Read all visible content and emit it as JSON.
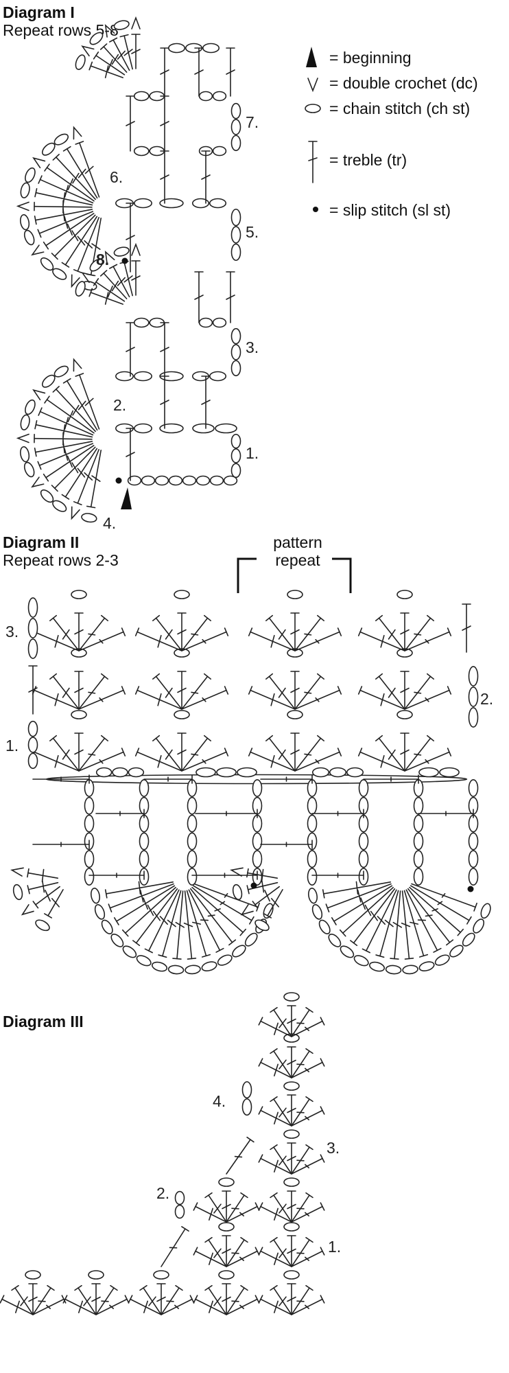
{
  "diagram1": {
    "title": "Diagram I",
    "subtitle": "Repeat rows 5-8",
    "rows": [
      "1.",
      "2.",
      "3.",
      "4.",
      "5.",
      "6.",
      "7.",
      "8."
    ]
  },
  "legend": {
    "beginning": "= beginning",
    "dc": "= double crochet (dc)",
    "ch": "= chain stitch (ch st)",
    "tr": "= treble (tr)",
    "slst": "= slip stitch (sl st)"
  },
  "diagram2": {
    "title": "Diagram II",
    "subtitle": "Repeat rows 2-3",
    "repeat_line1": "pattern",
    "repeat_line2": "repeat",
    "rows": [
      "1.",
      "2.",
      "3."
    ]
  },
  "diagram3": {
    "title": "Diagram III",
    "rows": [
      "1.",
      "2.",
      "3.",
      "4."
    ]
  }
}
